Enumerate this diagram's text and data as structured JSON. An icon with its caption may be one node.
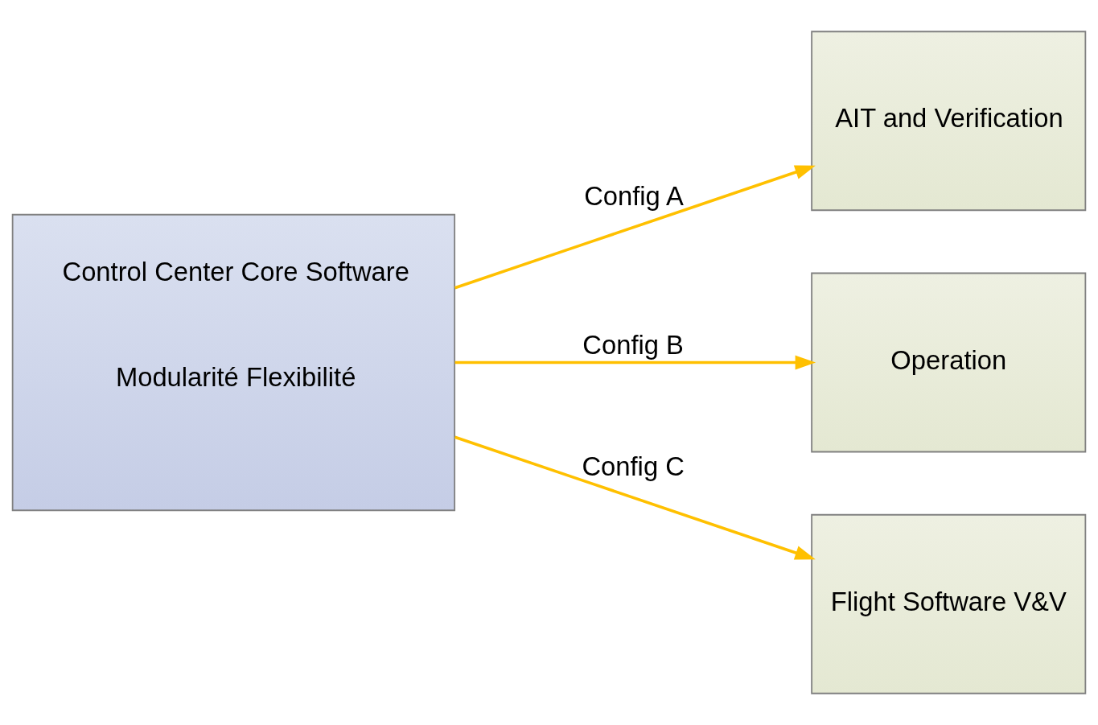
{
  "diagram": {
    "nodes": [
      {
        "text": [
          "Control Center Core Software",
          "Modularité Flexibilité"
        ]
      },
      {
        "text": [
          "AIT and Verification"
        ]
      },
      {
        "text": [
          "Operation"
        ]
      },
      {
        "text": [
          "Flight Software V&V"
        ]
      }
    ],
    "edges": [
      {
        "from": 0,
        "to": 1,
        "arrow": "to",
        "label": "Config A",
        "color": "#ffc000"
      },
      {
        "from": 0,
        "to": 2,
        "arrow": "to",
        "label": "Config B",
        "color": "#ffc000"
      },
      {
        "from": 0,
        "to": 3,
        "arrow": "to",
        "label": "Config C",
        "color": "#ffc000"
      }
    ]
  }
}
